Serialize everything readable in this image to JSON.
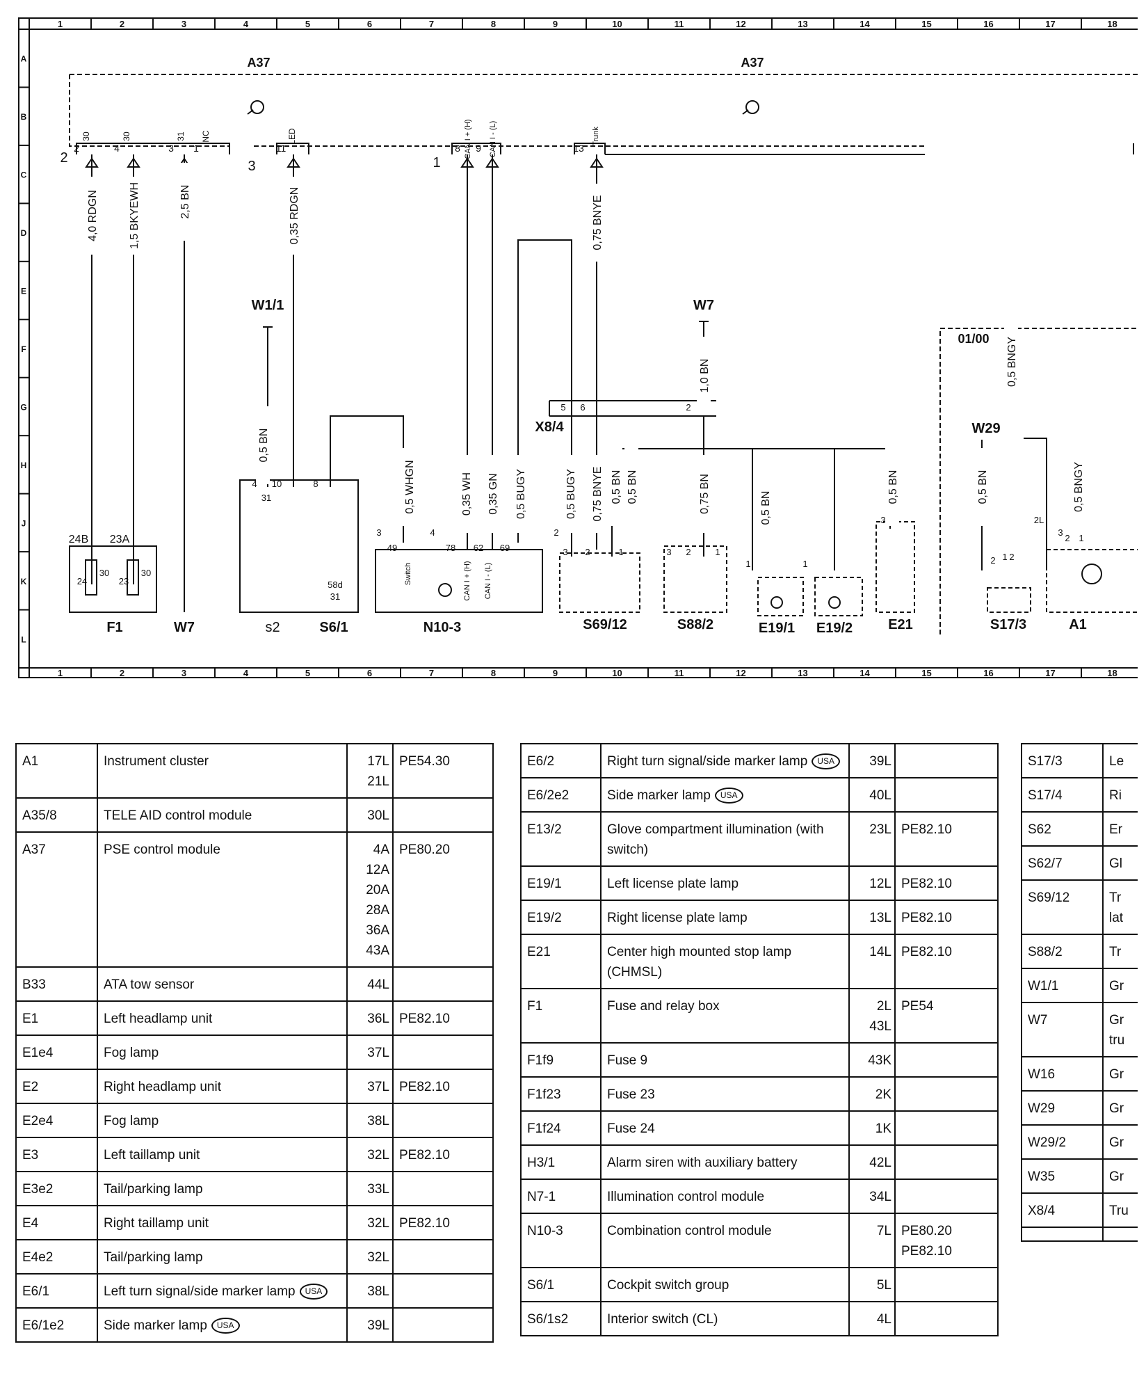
{
  "diagram": {
    "columns": [
      "1",
      "2",
      "3",
      "4",
      "5",
      "6",
      "7",
      "8",
      "9",
      "10",
      "11",
      "12",
      "13",
      "14",
      "15",
      "16",
      "17",
      "18"
    ],
    "rows": [
      "A",
      "B",
      "C",
      "D",
      "E",
      "F",
      "G",
      "H",
      "J",
      "K",
      "L"
    ],
    "module_label": "A37",
    "connector_groups": [
      {
        "ref": "2",
        "pins": [
          "2",
          "4",
          "3",
          "1"
        ],
        "terminals": [
          "30",
          "30",
          "31",
          "NC"
        ]
      },
      {
        "ref": "3",
        "pins": [
          "11"
        ],
        "terminals": [
          "LED"
        ]
      },
      {
        "ref": "1",
        "pins": [
          "8",
          "9"
        ],
        "terminals": [
          "CAN I + (H)",
          "CAN I - (L)"
        ]
      },
      {
        "ref": "",
        "pins": [
          "13"
        ],
        "terminals": [
          "Trunk"
        ]
      }
    ],
    "wire_labels": [
      "4,0 RDGN",
      "1,5 BKYEWH",
      "2,5 BN",
      "0,35 RDGN",
      "0,75 BNYE",
      "0,5 BN",
      "0,5 WHGN",
      "0,35 WH",
      "0,35 GN",
      "0,5 BUGY",
      "0,5 BUGY",
      "0,75 BNYE",
      "0,5 BN",
      "0,5 BN",
      "1,0 BN",
      "0,75 BN",
      "0,5 BN",
      "0,5 BN",
      "0,5 BNGY",
      "0,5 BN",
      "0,5 BNGY"
    ],
    "component_labels": [
      "F1",
      "W7",
      "s2",
      "S6/1",
      "N10-3",
      "S69/12",
      "S88/2",
      "E19/1",
      "E19/2",
      "E21",
      "S17/3",
      "A1"
    ],
    "ground_labels": [
      "W1/1",
      "W7",
      "W29",
      "X8/4"
    ],
    "fuse_labels": [
      "24B",
      "23A",
      "24",
      "30",
      "23",
      "30"
    ],
    "pin_labels": [
      "4",
      "10",
      "8",
      "31",
      "58d",
      "31",
      "49",
      "78",
      "62",
      "69",
      "3",
      "2",
      "1",
      "3",
      "2",
      "1",
      "3",
      "1",
      "1",
      "2",
      "5",
      "6",
      "2",
      "3",
      "4",
      "2",
      "3",
      "1",
      "2",
      "2",
      "1",
      "2L"
    ],
    "n10_terminals": [
      "Switch",
      "CAN I + (H)",
      "CAN I - (L)"
    ],
    "version_note": "01/00"
  },
  "legend": {
    "table1": [
      {
        "code": "A1",
        "desc": "Instrument cluster",
        "usa": false,
        "grid": "17L\n21L",
        "pe": "PE54.30"
      },
      {
        "code": "A35/8",
        "desc": "TELE AID control module",
        "usa": false,
        "grid": "30L",
        "pe": ""
      },
      {
        "code": "A37",
        "desc": "PSE control module",
        "usa": false,
        "grid": "4A\n12A\n20A\n28A\n36A\n43A",
        "pe": "PE80.20"
      },
      {
        "code": "B33",
        "desc": "ATA tow sensor",
        "usa": false,
        "grid": "44L",
        "pe": ""
      },
      {
        "code": "E1",
        "desc": "Left headlamp unit",
        "usa": false,
        "grid": "36L",
        "pe": "PE82.10"
      },
      {
        "code": "E1e4",
        "desc": "Fog lamp",
        "usa": false,
        "grid": "37L",
        "pe": ""
      },
      {
        "code": "E2",
        "desc": "Right headlamp unit",
        "usa": false,
        "grid": "37L",
        "pe": "PE82.10"
      },
      {
        "code": "E2e4",
        "desc": "Fog lamp",
        "usa": false,
        "grid": "38L",
        "pe": ""
      },
      {
        "code": "E3",
        "desc": "Left taillamp unit",
        "usa": false,
        "grid": "32L",
        "pe": "PE82.10"
      },
      {
        "code": "E3e2",
        "desc": "Tail/parking lamp",
        "usa": false,
        "grid": "33L",
        "pe": ""
      },
      {
        "code": "E4",
        "desc": "Right taillamp unit",
        "usa": false,
        "grid": "32L",
        "pe": "PE82.10"
      },
      {
        "code": "E4e2",
        "desc": "Tail/parking lamp",
        "usa": false,
        "grid": "32L",
        "pe": ""
      },
      {
        "code": "E6/1",
        "desc": "Left turn signal/side marker lamp",
        "usa": true,
        "grid": "38L",
        "pe": ""
      },
      {
        "code": "E6/1e2",
        "desc": "Side marker lamp",
        "usa": true,
        "grid": "39L",
        "pe": ""
      }
    ],
    "table2": [
      {
        "code": "E6/2",
        "desc": "Right turn signal/side marker lamp",
        "usa": true,
        "grid": "39L",
        "pe": ""
      },
      {
        "code": "E6/2e2",
        "desc": "Side marker lamp",
        "usa": true,
        "grid": "40L",
        "pe": ""
      },
      {
        "code": "E13/2",
        "desc": "Glove compartment illumination (with switch)",
        "usa": false,
        "grid": "23L",
        "pe": "PE82.10"
      },
      {
        "code": "E19/1",
        "desc": "Left license plate lamp",
        "usa": false,
        "grid": "12L",
        "pe": "PE82.10"
      },
      {
        "code": "E19/2",
        "desc": "Right license plate lamp",
        "usa": false,
        "grid": "13L",
        "pe": "PE82.10"
      },
      {
        "code": "E21",
        "desc": "Center high mounted stop lamp (CHMSL)",
        "usa": false,
        "grid": "14L",
        "pe": "PE82.10"
      },
      {
        "code": "F1",
        "desc": "Fuse and relay box",
        "usa": false,
        "grid": "2L\n43L",
        "pe": "PE54"
      },
      {
        "code": "F1f9",
        "desc": "Fuse 9",
        "usa": false,
        "grid": "43K",
        "pe": ""
      },
      {
        "code": "F1f23",
        "desc": "Fuse 23",
        "usa": false,
        "grid": "2K",
        "pe": ""
      },
      {
        "code": "F1f24",
        "desc": "Fuse 24",
        "usa": false,
        "grid": "1K",
        "pe": ""
      },
      {
        "code": "H3/1",
        "desc": "Alarm siren with auxiliary battery",
        "usa": false,
        "grid": "42L",
        "pe": ""
      },
      {
        "code": "N7-1",
        "desc": "Illumination control module",
        "usa": false,
        "grid": "34L",
        "pe": ""
      },
      {
        "code": "N10-3",
        "desc": "Combination control module",
        "usa": false,
        "grid": "7L",
        "pe": "PE80.20\nPE82.10"
      },
      {
        "code": "S6/1",
        "desc": "Cockpit switch group",
        "usa": false,
        "grid": "5L",
        "pe": ""
      },
      {
        "code": "S6/1s2",
        "desc": "Interior switch (CL)",
        "usa": false,
        "grid": "4L",
        "pe": ""
      }
    ],
    "table3": [
      {
        "code": "S17/3",
        "desc": "Le"
      },
      {
        "code": "S17/4",
        "desc": "Ri"
      },
      {
        "code": "S62",
        "desc": "Er"
      },
      {
        "code": "S62/7",
        "desc": "Gl"
      },
      {
        "code": "S69/12",
        "desc": "Tr\nlat"
      },
      {
        "code": "S88/2",
        "desc": "Tr"
      },
      {
        "code": "W1/1",
        "desc": "Gr"
      },
      {
        "code": "W7",
        "desc": "Gr\ntru"
      },
      {
        "code": "W16",
        "desc": "Gr"
      },
      {
        "code": "W29",
        "desc": "Gr"
      },
      {
        "code": "W29/2",
        "desc": "Gr"
      },
      {
        "code": "W35",
        "desc": "Gr"
      },
      {
        "code": "X8/4",
        "desc": "Tru"
      },
      {
        "code": "",
        "desc": ""
      }
    ],
    "usa_mark": "USA"
  }
}
